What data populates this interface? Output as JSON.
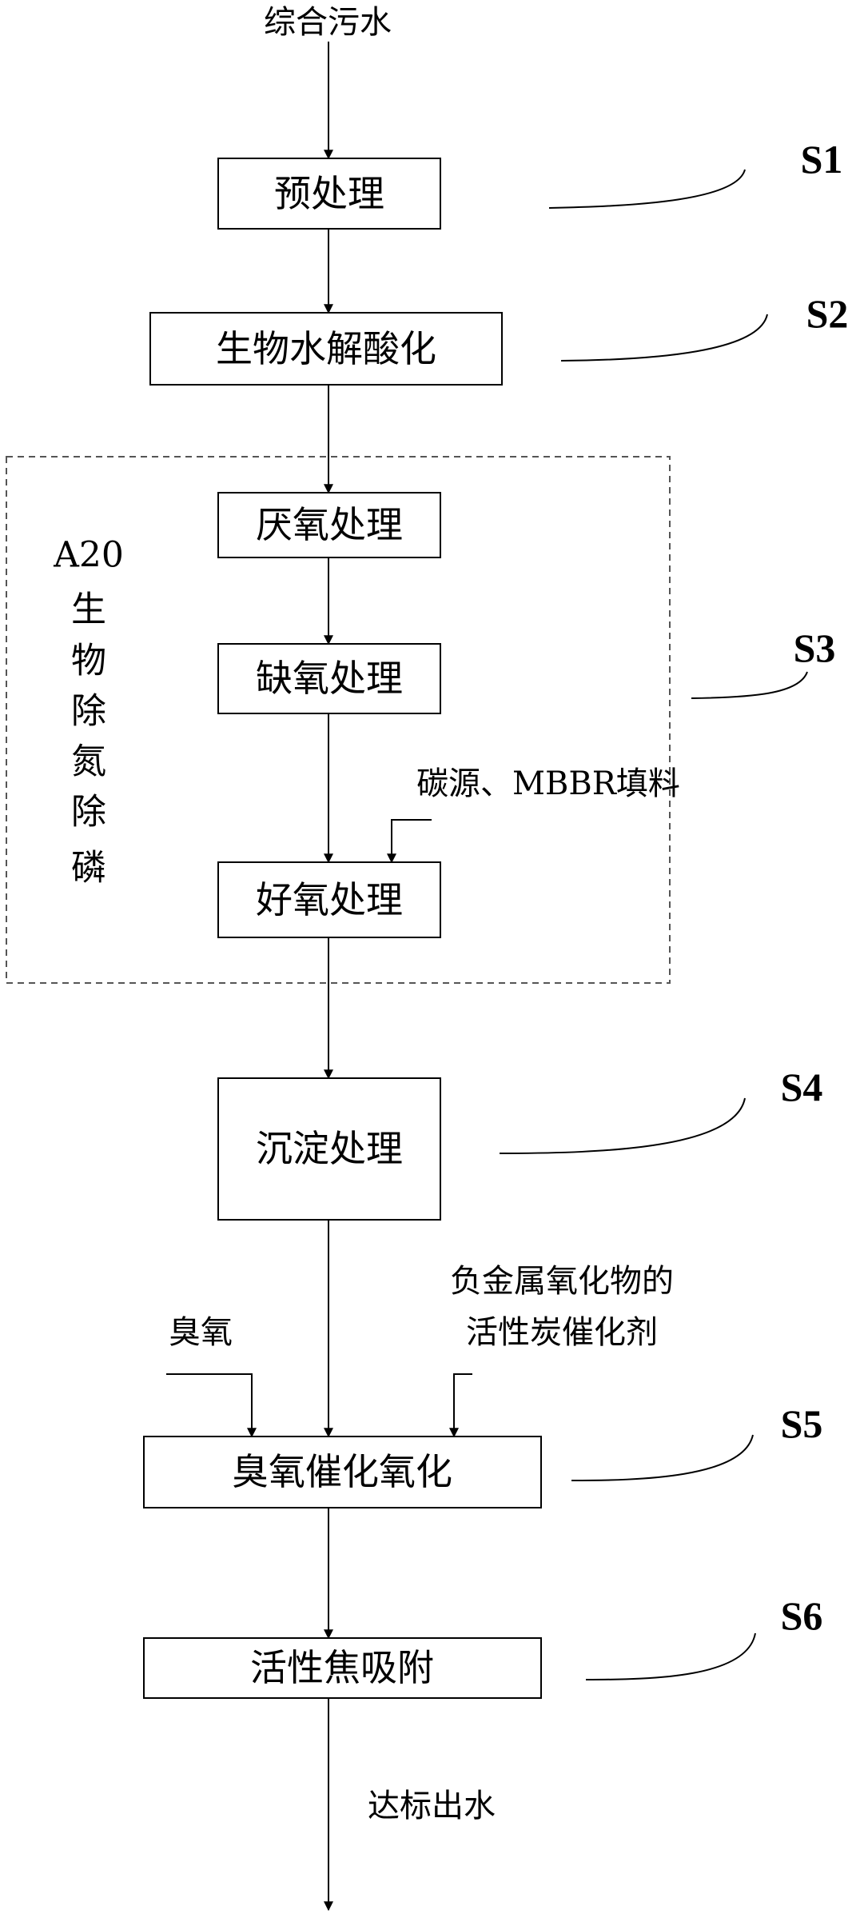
{
  "diagram": {
    "input": "综合污水",
    "output": "达标出水",
    "boxes": {
      "pretreat": "预处理",
      "hydrolysis": "生物水解酸化",
      "anaerobic": "厌氧处理",
      "anoxic": "缺氧处理",
      "aerobic": "好氧处理",
      "sediment": "沉淀处理",
      "ozone_oxidation": "臭氧催化氧化",
      "coke_adsorption": "活性焦吸附"
    },
    "group_label": [
      "A20",
      "生",
      "物",
      "除",
      "氮",
      "除",
      "磷"
    ],
    "side_inputs": {
      "carbon_mbbr": "碳源、MBBR填料",
      "ozone": "臭氧",
      "catalyst_line1": "负金属氧化物的",
      "catalyst_line2": "活性炭催化剂"
    },
    "steps": {
      "s1": "S1",
      "s2": "S2",
      "s3": "S3",
      "s4": "S4",
      "s5": "S5",
      "s6": "S6"
    }
  }
}
